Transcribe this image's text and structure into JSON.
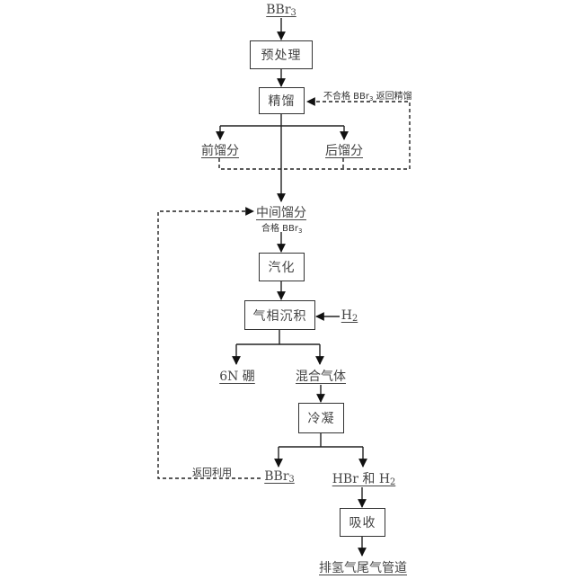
{
  "diagram": {
    "type": "process-flowchart",
    "input_top": {
      "base": "BBr",
      "sub": "3"
    },
    "boxes": {
      "pretreatment": "预处理",
      "rectification": "精馏",
      "vaporization": "汽化",
      "vapor_deposition": "气相沉积",
      "condensation": "冷凝",
      "absorption": "吸收"
    },
    "products": {
      "front_fraction": "前馏分",
      "rear_fraction": "后馏分",
      "middle_fraction": "中间馏分",
      "boron_6n": "6N 硼",
      "mixed_gas": "混合气体",
      "bbr3_out": {
        "base": "BBr",
        "sub": "3"
      },
      "hbr_h2": {
        "a": "HBr 和 H",
        "sub": "2"
      },
      "exhaust": "排氢气尾气管道"
    },
    "h2_input": {
      "base": "H",
      "sub": "2"
    },
    "annotations": {
      "unqualified_return": {
        "pre": "不合格 BBr",
        "sub": "3",
        "post": " 返回精馏"
      },
      "qualified": {
        "pre": "合格 BBr",
        "sub": "3"
      },
      "return_reuse": "返回利用"
    },
    "colors": {
      "line": "#222222",
      "text": "#444444",
      "background": "#ffffff"
    }
  }
}
